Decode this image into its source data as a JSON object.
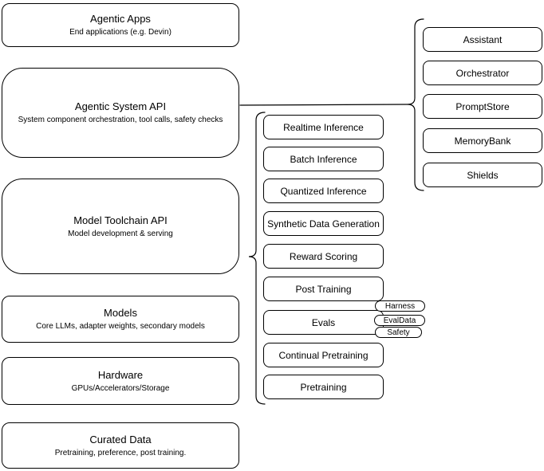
{
  "diagram": {
    "left_stack": [
      {
        "title": "Agentic Apps",
        "subtitle": "End applications (e.g. Devin)"
      },
      {
        "title": "Agentic System API",
        "subtitle": "System component orchestration, tool calls, safety checks"
      },
      {
        "title": "Model Toolchain API",
        "subtitle": "Model development & serving"
      },
      {
        "title": "Models",
        "subtitle": "Core LLMs, adapter weights, secondary models"
      },
      {
        "title": "Hardware",
        "subtitle": "GPUs/Accelerators/Storage"
      },
      {
        "title": "Curated Data",
        "subtitle": "Pretraining, preference, post training."
      }
    ],
    "toolchain_group": [
      "Realtime Inference",
      "Batch Inference",
      "Quantized Inference",
      "Synthetic Data Generation",
      "Reward Scoring",
      "Post Training",
      "Evals",
      "Continual Pretraining",
      "Pretraining"
    ],
    "evals_tags": [
      "Harness",
      "EvalData",
      "Safety"
    ],
    "system_group": [
      "Assistant",
      "Orchestrator",
      "PromptStore",
      "MemoryBank",
      "Shields"
    ],
    "colors": {
      "stroke": "#000000",
      "background": "#ffffff",
      "text": "#000000"
    }
  }
}
